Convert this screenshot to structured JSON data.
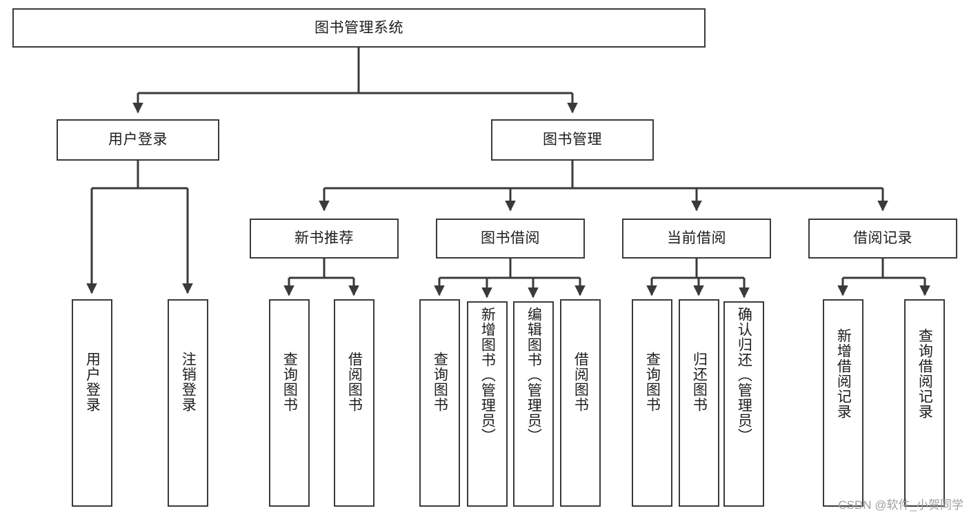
{
  "diagram": {
    "title": "图书管理系统",
    "type": "tree-hierarchy-chart",
    "orientation": "top-down",
    "style": {
      "box_fill": "#ffffff",
      "box_stroke": "#3a3a3a",
      "connector_stroke": "#3a3a3a",
      "text_color": "#1d1d1d",
      "background": "#ffffff"
    },
    "levels": [
      {
        "level": 1,
        "nodes": [
          {
            "id": "root",
            "label": "图书管理系统",
            "orientation": "horizontal"
          }
        ]
      },
      {
        "level": 2,
        "nodes": [
          {
            "id": "n-login",
            "label": "用户登录",
            "orientation": "horizontal",
            "parent": "root"
          },
          {
            "id": "n-bookmgmt",
            "label": "图书管理",
            "orientation": "horizontal",
            "parent": "root"
          }
        ]
      },
      {
        "level": 3,
        "nodes": [
          {
            "id": "n-newbook",
            "label": "新书推荐",
            "orientation": "horizontal",
            "parent": "n-bookmgmt"
          },
          {
            "id": "n-borrow",
            "label": "图书借阅",
            "orientation": "horizontal",
            "parent": "n-bookmgmt"
          },
          {
            "id": "n-current",
            "label": "当前借阅",
            "orientation": "horizontal",
            "parent": "n-bookmgmt"
          },
          {
            "id": "n-record",
            "label": "借阅记录",
            "orientation": "horizontal",
            "parent": "n-bookmgmt"
          }
        ]
      },
      {
        "level": 4,
        "nodes": [
          {
            "id": "l1",
            "label": "用户登录",
            "orientation": "vertical",
            "parent": "n-login"
          },
          {
            "id": "l2",
            "label": "注销登录",
            "orientation": "vertical",
            "parent": "n-login"
          },
          {
            "id": "l3",
            "label": "查询图书",
            "orientation": "vertical",
            "parent": "n-newbook"
          },
          {
            "id": "l4",
            "label": "借阅图书",
            "orientation": "vertical",
            "parent": "n-newbook"
          },
          {
            "id": "l5",
            "label": "查询图书",
            "orientation": "vertical",
            "parent": "n-borrow"
          },
          {
            "id": "l6",
            "label": "新增图书（管理员）",
            "orientation": "vertical",
            "parent": "n-borrow"
          },
          {
            "id": "l7",
            "label": "编辑图书（管理员）",
            "orientation": "vertical",
            "parent": "n-borrow"
          },
          {
            "id": "l8",
            "label": "借阅图书",
            "orientation": "vertical",
            "parent": "n-borrow"
          },
          {
            "id": "l9",
            "label": "查询图书",
            "orientation": "vertical",
            "parent": "n-current"
          },
          {
            "id": "l10",
            "label": "归还图书",
            "orientation": "vertical",
            "parent": "n-current"
          },
          {
            "id": "l11",
            "label": "确认归还（管理员）",
            "orientation": "vertical",
            "parent": "n-current"
          },
          {
            "id": "l12",
            "label": "新增借阅记录",
            "orientation": "vertical",
            "parent": "n-record"
          },
          {
            "id": "l13",
            "label": "查询借阅记录",
            "orientation": "vertical",
            "parent": "n-record"
          }
        ]
      }
    ]
  },
  "watermark": {
    "text": "CSDN @软件_小贺同学"
  }
}
